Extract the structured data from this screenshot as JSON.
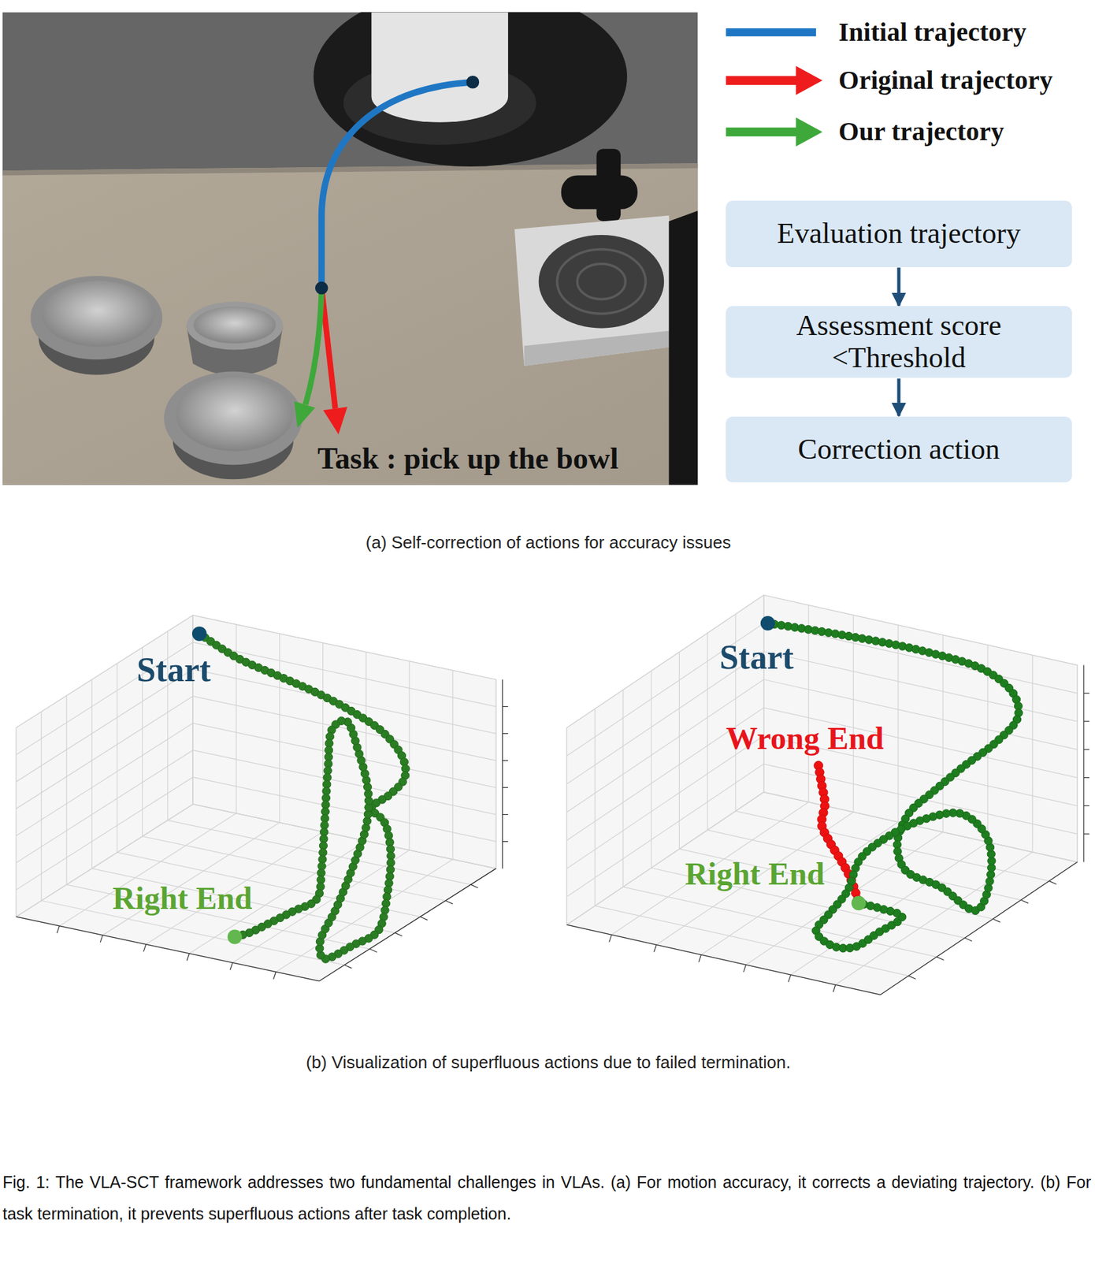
{
  "diagram": {
    "caption": "Fig. 1: The VLA-SCT framework addresses two fundamental challenges in VLAs. (a) For motion accuracy, it corrects a deviating trajectory. (b) For task termination, it prevents superfluous actions after task completion.",
    "nodes": [
      {
        "text": [
          "Evaluation trajectory"
        ]
      },
      {
        "text": [
          "Assessment score <Threshold"
        ]
      },
      {
        "text": [
          "Correction action"
        ]
      }
    ],
    "edges": [
      {
        "from": 0,
        "to": 1,
        "arrow": "to"
      },
      {
        "from": 1,
        "to": 2,
        "arrow": "to"
      }
    ],
    "labels": [
      "Task : pick up the bowl",
      "(a) Self-correction of actions for accuracy issues",
      "Start",
      "Right End",
      "Start",
      "Wrong End",
      "Right End",
      "(b) Visualization of superfluous actions due to failed termination."
    ],
    "legend": [
      {
        "text": "Initial trajectory"
      },
      {
        "text": "Original trajectory"
      },
      {
        "text": "Our trajectory"
      }
    ]
  }
}
